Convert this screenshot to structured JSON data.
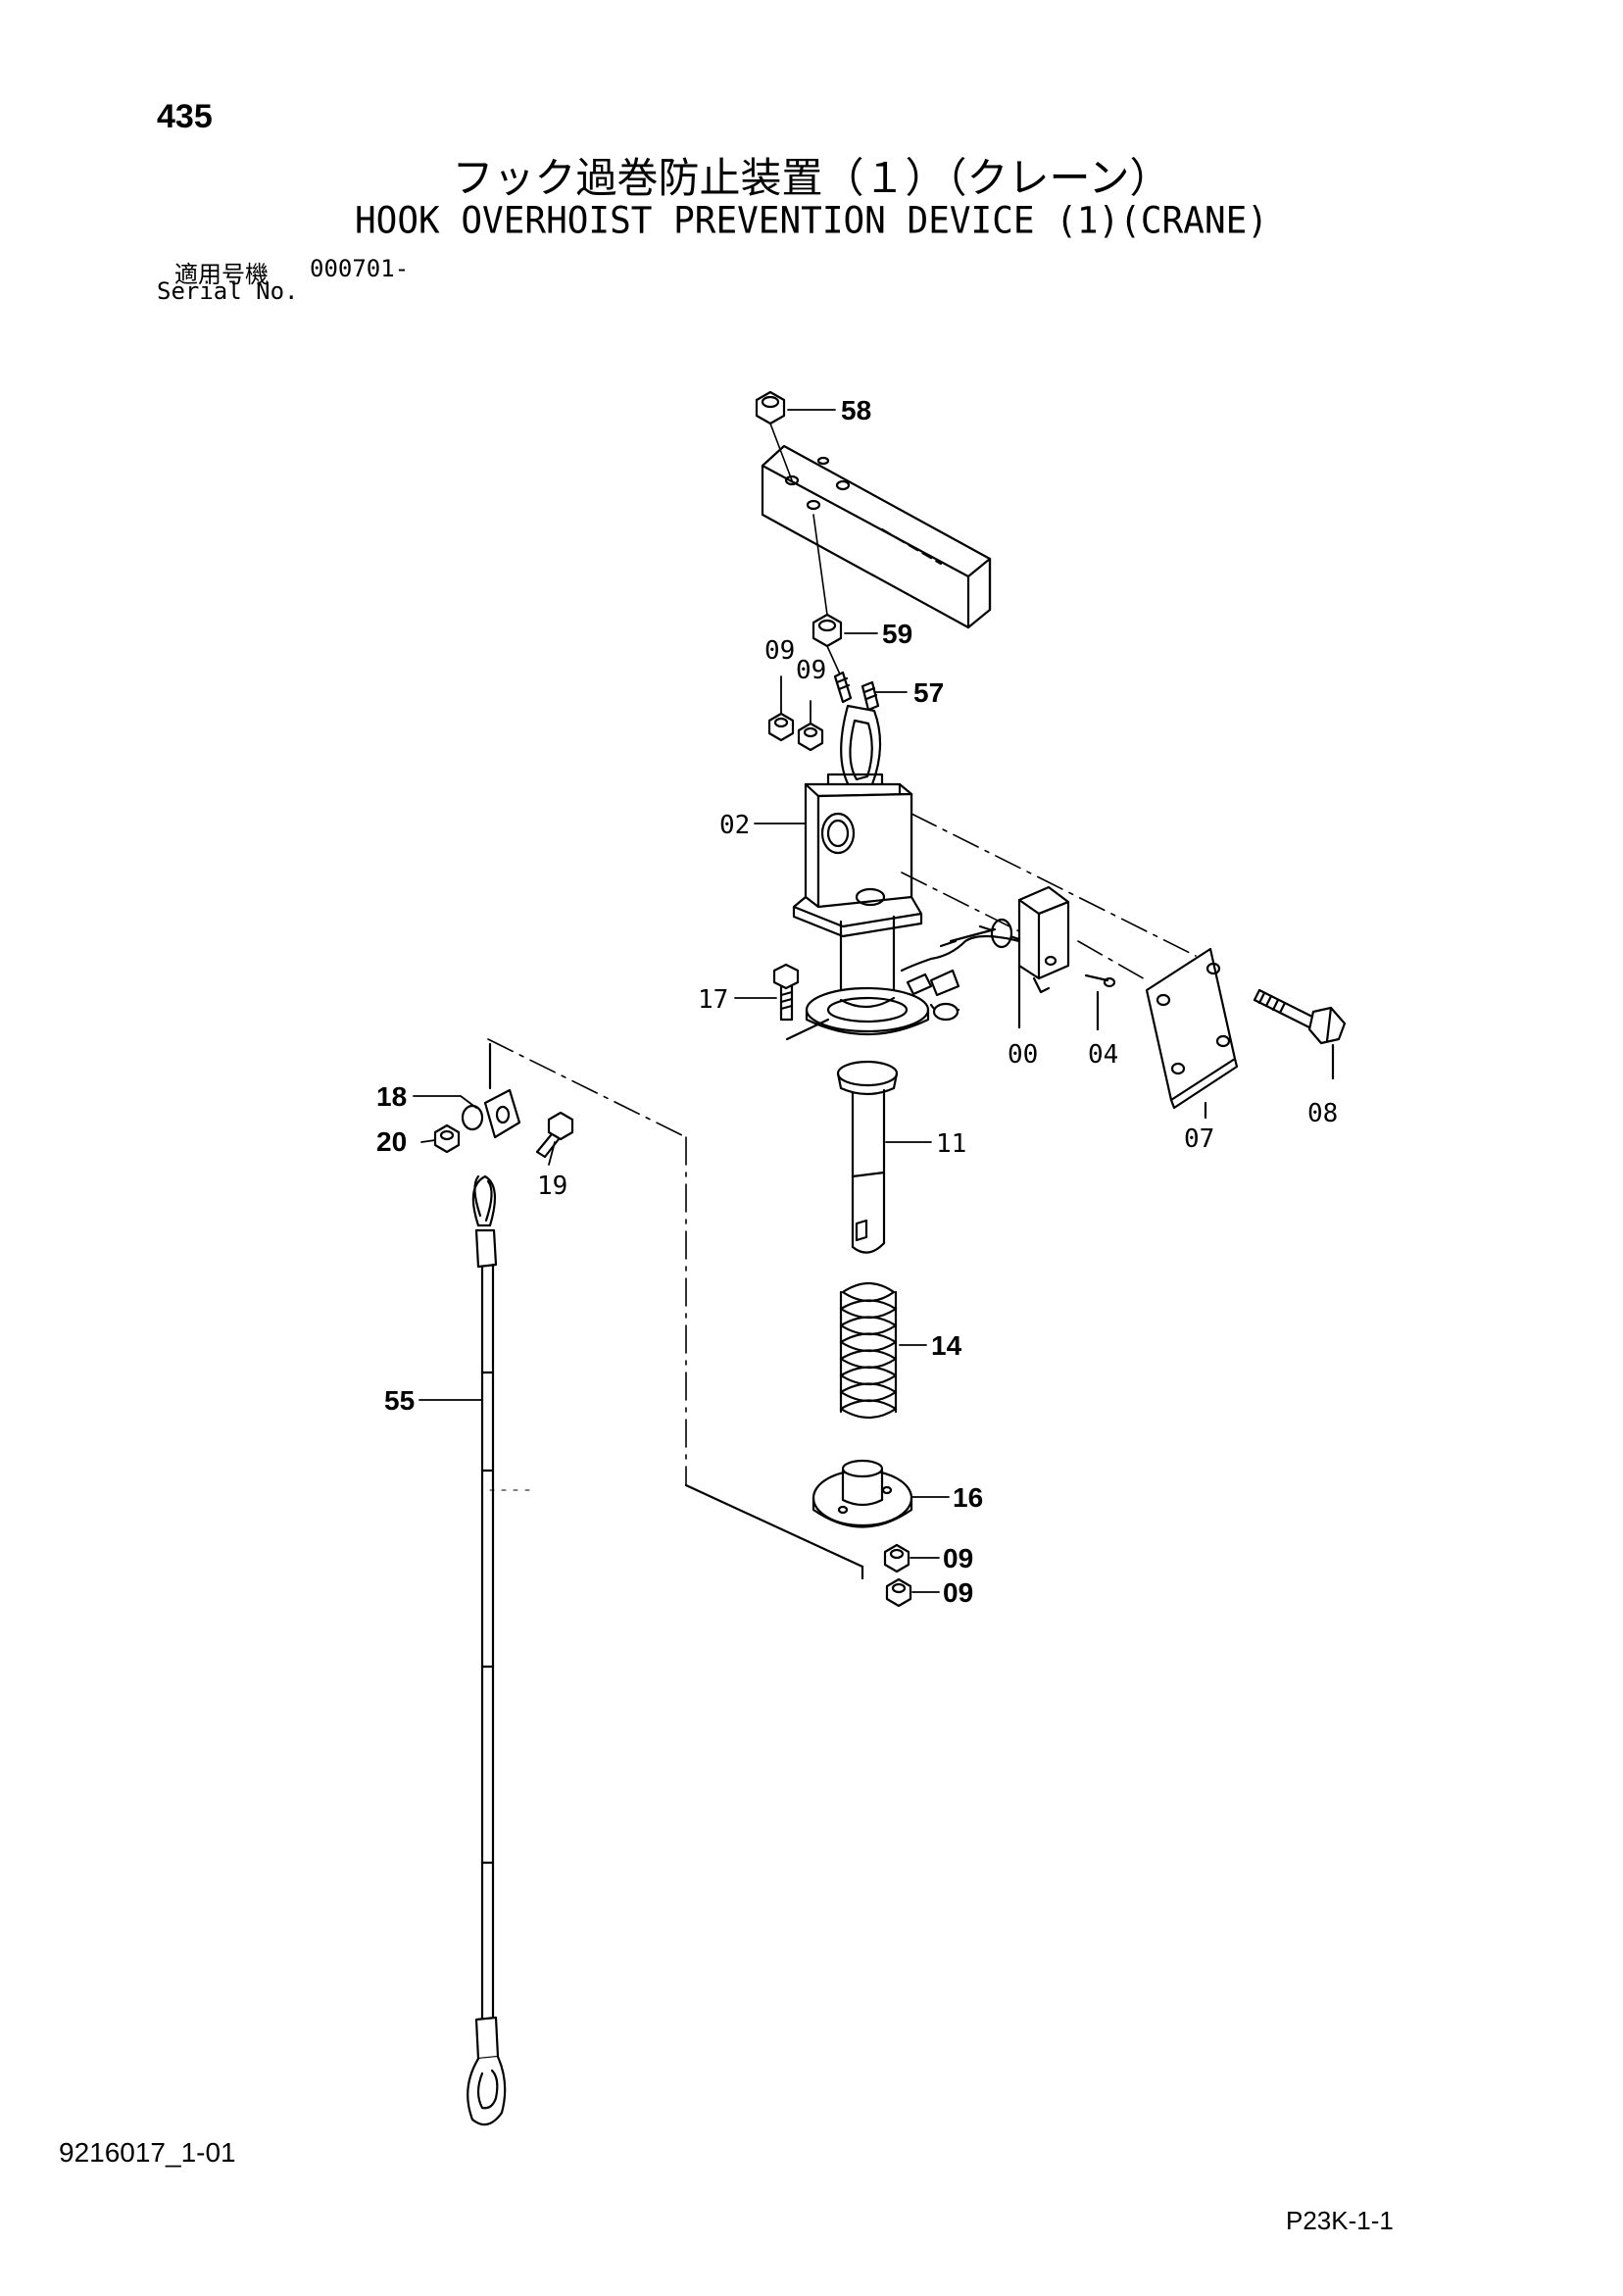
{
  "header": {
    "page_number": "435",
    "title_ja": "フック過巻防止装置（１）（クレーン）",
    "title_en": "HOOK OVERHOIST PREVENTION DEVICE (1)(CRANE)",
    "serial_label_ja": "適用号機",
    "serial_value": "000701-",
    "serial_label_en": "Serial No."
  },
  "footer": {
    "doc_code": "9216017_1-01",
    "page_ref": "P23K-1-1"
  },
  "callouts": {
    "c58": "58",
    "c59": "59",
    "c09a": "09",
    "c09b": "09",
    "c57": "57",
    "c02": "02",
    "c17": "17",
    "c00": "00",
    "c04": "04",
    "c07": "07",
    "c08": "08",
    "c18": "18",
    "c20": "20",
    "c19": "19",
    "c11": "11",
    "c14": "14",
    "c55": "55",
    "c16": "16",
    "c09c": "09",
    "c09d": "09"
  }
}
